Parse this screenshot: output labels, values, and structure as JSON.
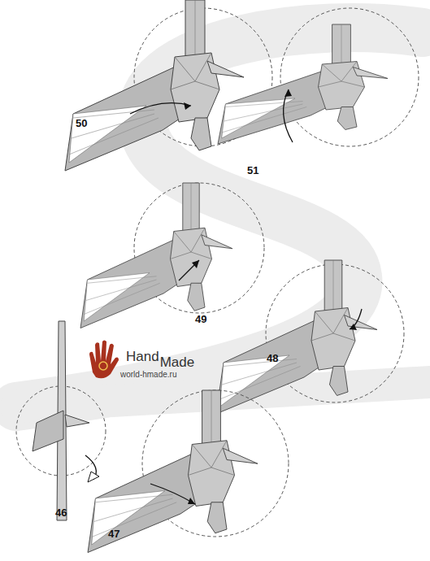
{
  "diagram": {
    "labels": [
      "50",
      "51",
      "49",
      "48",
      "46",
      "47",
      "Hand",
      "Made",
      "world-hmade.ru"
    ]
  }
}
